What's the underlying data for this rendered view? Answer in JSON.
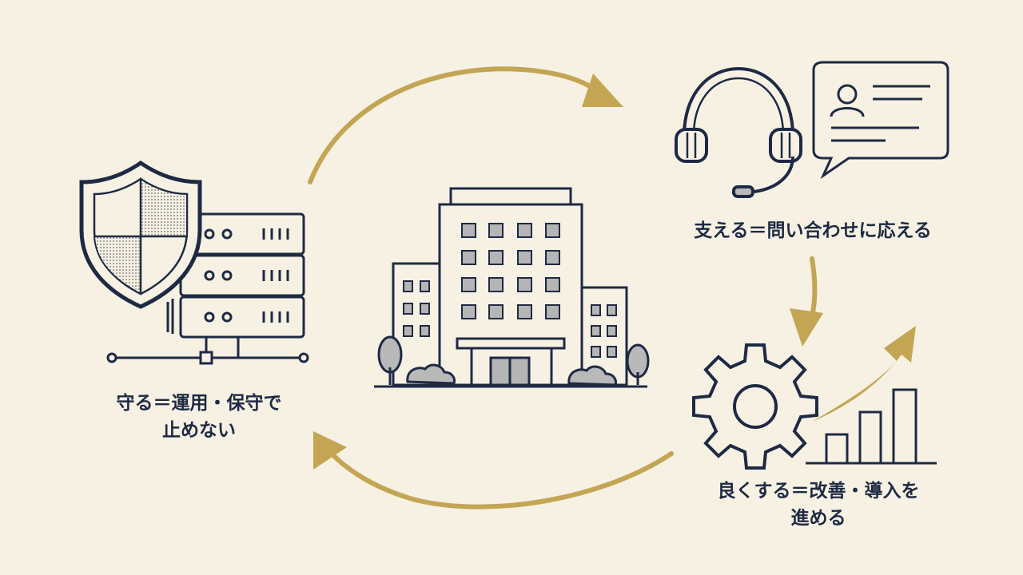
{
  "colors": {
    "background": "#f6f1e3",
    "ink": "#1e2a44",
    "accent_gold": "#c3a553",
    "fill_gray": "#b9b9b9",
    "window_gray": "#b5b5b5"
  },
  "icons": [
    "shield-icon",
    "server-rack-icon",
    "office-building-icon",
    "headset-icon",
    "chat-bubble-icon",
    "gear-icon",
    "growth-chart-icon",
    "cycle-arrow-icon"
  ],
  "nodes": {
    "protect": {
      "line1": "守る＝運用・保守で",
      "line2": "止めない"
    },
    "support": {
      "line1": "支える＝問い合わせに応える"
    },
    "improve": {
      "line1": "良くする＝改善・導入を",
      "line2": "進める"
    }
  }
}
